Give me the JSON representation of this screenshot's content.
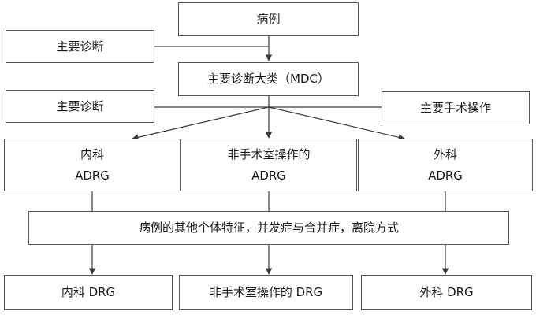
{
  "nodes": {
    "cases": "病例",
    "primary_diagnosis_1": "主要诊断",
    "mdc": "主要诊断大类（MDC）",
    "primary_diagnosis_2": "主要诊断",
    "primary_procedure": "主要手术操作",
    "internal": {
      "line1": "内科",
      "line2": "ADRG"
    },
    "nonsurgical": {
      "line1": "非手术室操作的",
      "line2": "ADRG"
    },
    "surgical": {
      "line1": "外科",
      "line2": "ADRG"
    },
    "features": "病例的其他个体特征，并发症与合并症，离院方式",
    "internal_drg": "内科 DRG",
    "nonsurgical_drg": "非手术室操作的 DRG",
    "surgical_drg": "外科 DRG"
  },
  "colors": {
    "border": "#555555",
    "line": "#3a3a3a",
    "text": "#1a1a1a",
    "background": "#ffffff"
  }
}
